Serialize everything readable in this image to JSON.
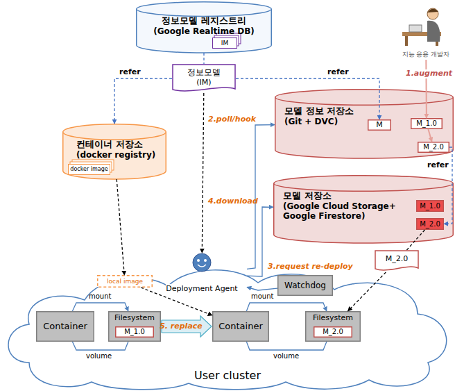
{
  "diagram": {
    "nodes": [
      {
        "text": [
          "정보모델 레지스트리",
          "(Google Realtime DB)"
        ]
      },
      {
        "text": [
          "IM"
        ],
        "in": 0
      },
      {
        "text": [
          "정보모델",
          "(IM)"
        ]
      },
      {
        "text": [
          "지능 응용 개발자"
        ]
      },
      {
        "text": [
          "모델 정보 저장소",
          "(Git + DVC)"
        ]
      },
      {
        "text": [
          "M"
        ],
        "in": 4
      },
      {
        "text": [
          "M_1.0"
        ],
        "in": 4
      },
      {
        "text": [
          "M_2.0"
        ],
        "in": 4
      },
      {
        "text": [
          "컨테이너 저장소",
          "(docker registry)"
        ]
      },
      {
        "text": [
          "docker image"
        ],
        "in": 8
      },
      {
        "text": [
          "모델 저장소",
          "(Google Cloud Storage+ Google Firestore)"
        ]
      },
      {
        "text": [
          "M_1.0"
        ],
        "in": 10
      },
      {
        "text": [
          "M_2.0"
        ],
        "in": 10
      },
      {
        "text": [
          "M_2.0"
        ]
      },
      {
        "text": [
          "User cluster"
        ]
      },
      {
        "text": [
          "Deployment Agent"
        ],
        "in": 14
      },
      {
        "text": [
          "local image"
        ],
        "in": 14
      },
      {
        "text": [
          "Watchdog"
        ],
        "in": 14
      },
      {
        "text": [
          "Container"
        ],
        "in": 14
      },
      {
        "text": [
          "Filesystem"
        ],
        "in": 14
      },
      {
        "text": [
          "M_1.0"
        ],
        "in": 19
      },
      {
        "text": [
          "Container"
        ],
        "in": 14
      },
      {
        "text": [
          "Filesystem"
        ],
        "in": 14
      },
      {
        "text": [
          "M_2.0"
        ],
        "in": 22
      }
    ],
    "edges": [
      {
        "from": 0,
        "to": 2,
        "arrow": "none"
      },
      {
        "from": 2,
        "to": 8,
        "label": "refer",
        "arrow": "to"
      },
      {
        "from": 2,
        "to": 5,
        "label": "refer",
        "arrow": "to"
      },
      {
        "from": 2,
        "to": 15,
        "arrow": "to"
      },
      {
        "from": 3,
        "to": 6,
        "label": "1.augment",
        "arrow": "to"
      },
      {
        "from": 6,
        "to": 7,
        "arrow": "to"
      },
      {
        "from": 7,
        "to": 12,
        "label": "refer",
        "arrow": "to"
      },
      {
        "from": 15,
        "to": 4,
        "label": "2.poll/hook",
        "arrow": "to"
      },
      {
        "from": 15,
        "to": 10,
        "label": "4.download",
        "arrow": "to"
      },
      {
        "from": 17,
        "to": 15,
        "label": "3.request re-deploy",
        "arrow": "to"
      },
      {
        "from": 8,
        "to": 16,
        "arrow": "to"
      },
      {
        "from": 16,
        "to": 21,
        "arrow": "to"
      },
      {
        "from": 12,
        "to": 13,
        "arrow": "none"
      },
      {
        "from": 13,
        "to": 22,
        "arrow": "to"
      },
      {
        "from": 18,
        "to": 19,
        "label": "mount",
        "arrow": "to"
      },
      {
        "from": 19,
        "to": 18,
        "label": "volume",
        "arrow": "none"
      },
      {
        "from": 21,
        "to": 22,
        "label": "mount",
        "arrow": "to"
      },
      {
        "from": 22,
        "to": 21,
        "label": "volume",
        "arrow": "none"
      },
      {
        "from": 19,
        "to": 21,
        "label": "5. replace",
        "arrow": "to"
      }
    ]
  }
}
